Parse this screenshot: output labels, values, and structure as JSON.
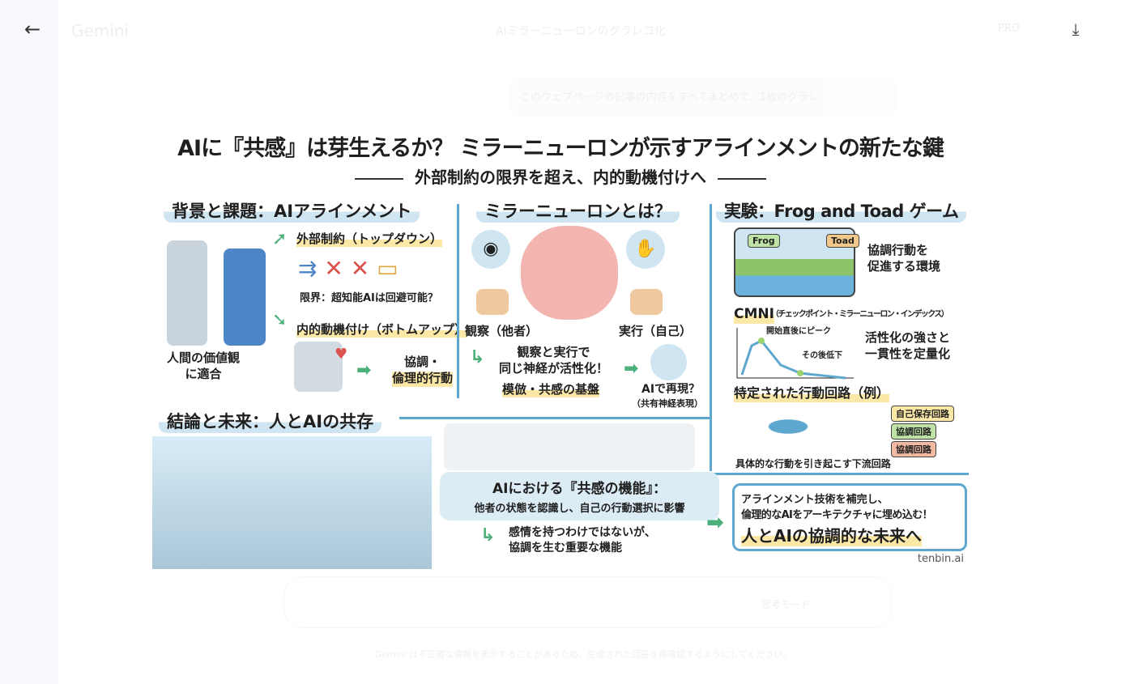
{
  "background": {
    "app_name": "Gemini",
    "chat_title": "AIミラーニューロンのグラレコ化",
    "plan_badge": "PRO",
    "prompt_preview": "このウェブページの記事の内容をすべてまとめて、1枚のグラレ",
    "input_mode": "思考モード",
    "disclaimer": "Gemini は不正確な情報を表示することがあるため、生成された回答を再確認するようにしてください。"
  },
  "viewer": {
    "back_icon": "arrow-left-icon",
    "download_icon": "download-icon"
  },
  "infographic": {
    "title": "AIに『共感』は芽生えるか？ ミラーニューロンが示すアラインメントの新たな鍵",
    "subtitle": "外部制約の限界を超え、内的動機付けへ",
    "background": {
      "heading": "背景と課題：AIアラインメント",
      "external": "外部制約（トップダウン）",
      "limit": "限界：超知能AIは回避可能？",
      "internal": "内的動機付け（ボトムアップ）",
      "human_values": "人間の価値観\nに適合",
      "cooperative": "協調・\n倫理的行動"
    },
    "mirror": {
      "heading": "ミラーニューロンとは？",
      "observe": "観察（他者）",
      "execute": "実行（自己）",
      "same_neurons": "観察と実行で\n同じ神経が活性化！",
      "basis": "模倣・共感の基盤",
      "ai_reproduce": "AIで再現？",
      "shared": "（共有神経表現）"
    },
    "experiment": {
      "heading": "実験：Frog and Toad ゲーム",
      "frog": "Frog",
      "toad": "Toad",
      "env": "協調行動を\n促進する環境",
      "cmni": "CMNI",
      "cmni_full": "（チェックポイント・ミラーニューロン・インデックス）",
      "peak": "開始直後にピーク",
      "decline": "その後低下",
      "quantify": "活性化の強さと\n一貫性を定量化",
      "circuits_heading": "特定された行動回路（例）",
      "circuits": [
        "自己保存回路",
        "協調回路",
        "協調回路"
      ],
      "downstream": "具体的な行動を引き起こす下流回路"
    },
    "conclusion": {
      "heading": "結論と未来：人とAIの共存",
      "empathy_title": "AIにおける『共感の機能』：",
      "empathy_desc": "他者の状態を認識し、自己の行動選択に影響",
      "note": "感情を持つわけではないが、\n協調を生む重要な機能",
      "final1": "アラインメント技術を補完し、",
      "final2": "倫理的なAIをアーキテクチャに埋め込む！",
      "final3": "人とAIの協調的な未来へ",
      "credit": "tenbin.ai"
    }
  }
}
